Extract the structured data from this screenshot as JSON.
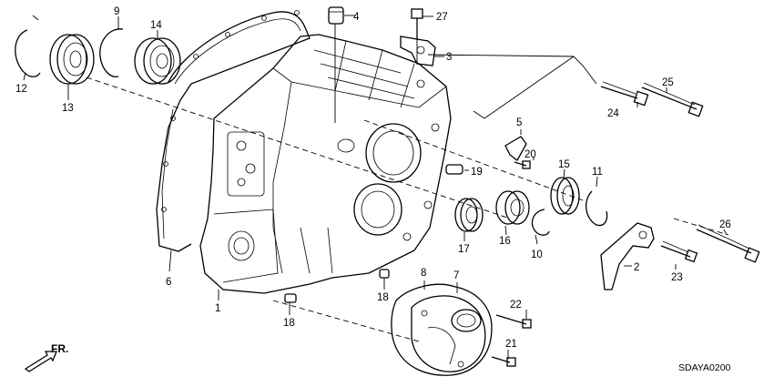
{
  "diagram": {
    "code": "SDAYA0200",
    "direction_label": "FR.",
    "callouts": [
      {
        "num": "1"
      },
      {
        "num": "2"
      },
      {
        "num": "3"
      },
      {
        "num": "4"
      },
      {
        "num": "5"
      },
      {
        "num": "6"
      },
      {
        "num": "7"
      },
      {
        "num": "8"
      },
      {
        "num": "9"
      },
      {
        "num": "10"
      },
      {
        "num": "11"
      },
      {
        "num": "12"
      },
      {
        "num": "13"
      },
      {
        "num": "14"
      },
      {
        "num": "15"
      },
      {
        "num": "16"
      },
      {
        "num": "17"
      },
      {
        "num": "18"
      },
      {
        "num": "18"
      },
      {
        "num": "19"
      },
      {
        "num": "20"
      },
      {
        "num": "21"
      },
      {
        "num": "22"
      },
      {
        "num": "23"
      },
      {
        "num": "24"
      },
      {
        "num": "25"
      },
      {
        "num": "26"
      },
      {
        "num": "27"
      }
    ]
  }
}
